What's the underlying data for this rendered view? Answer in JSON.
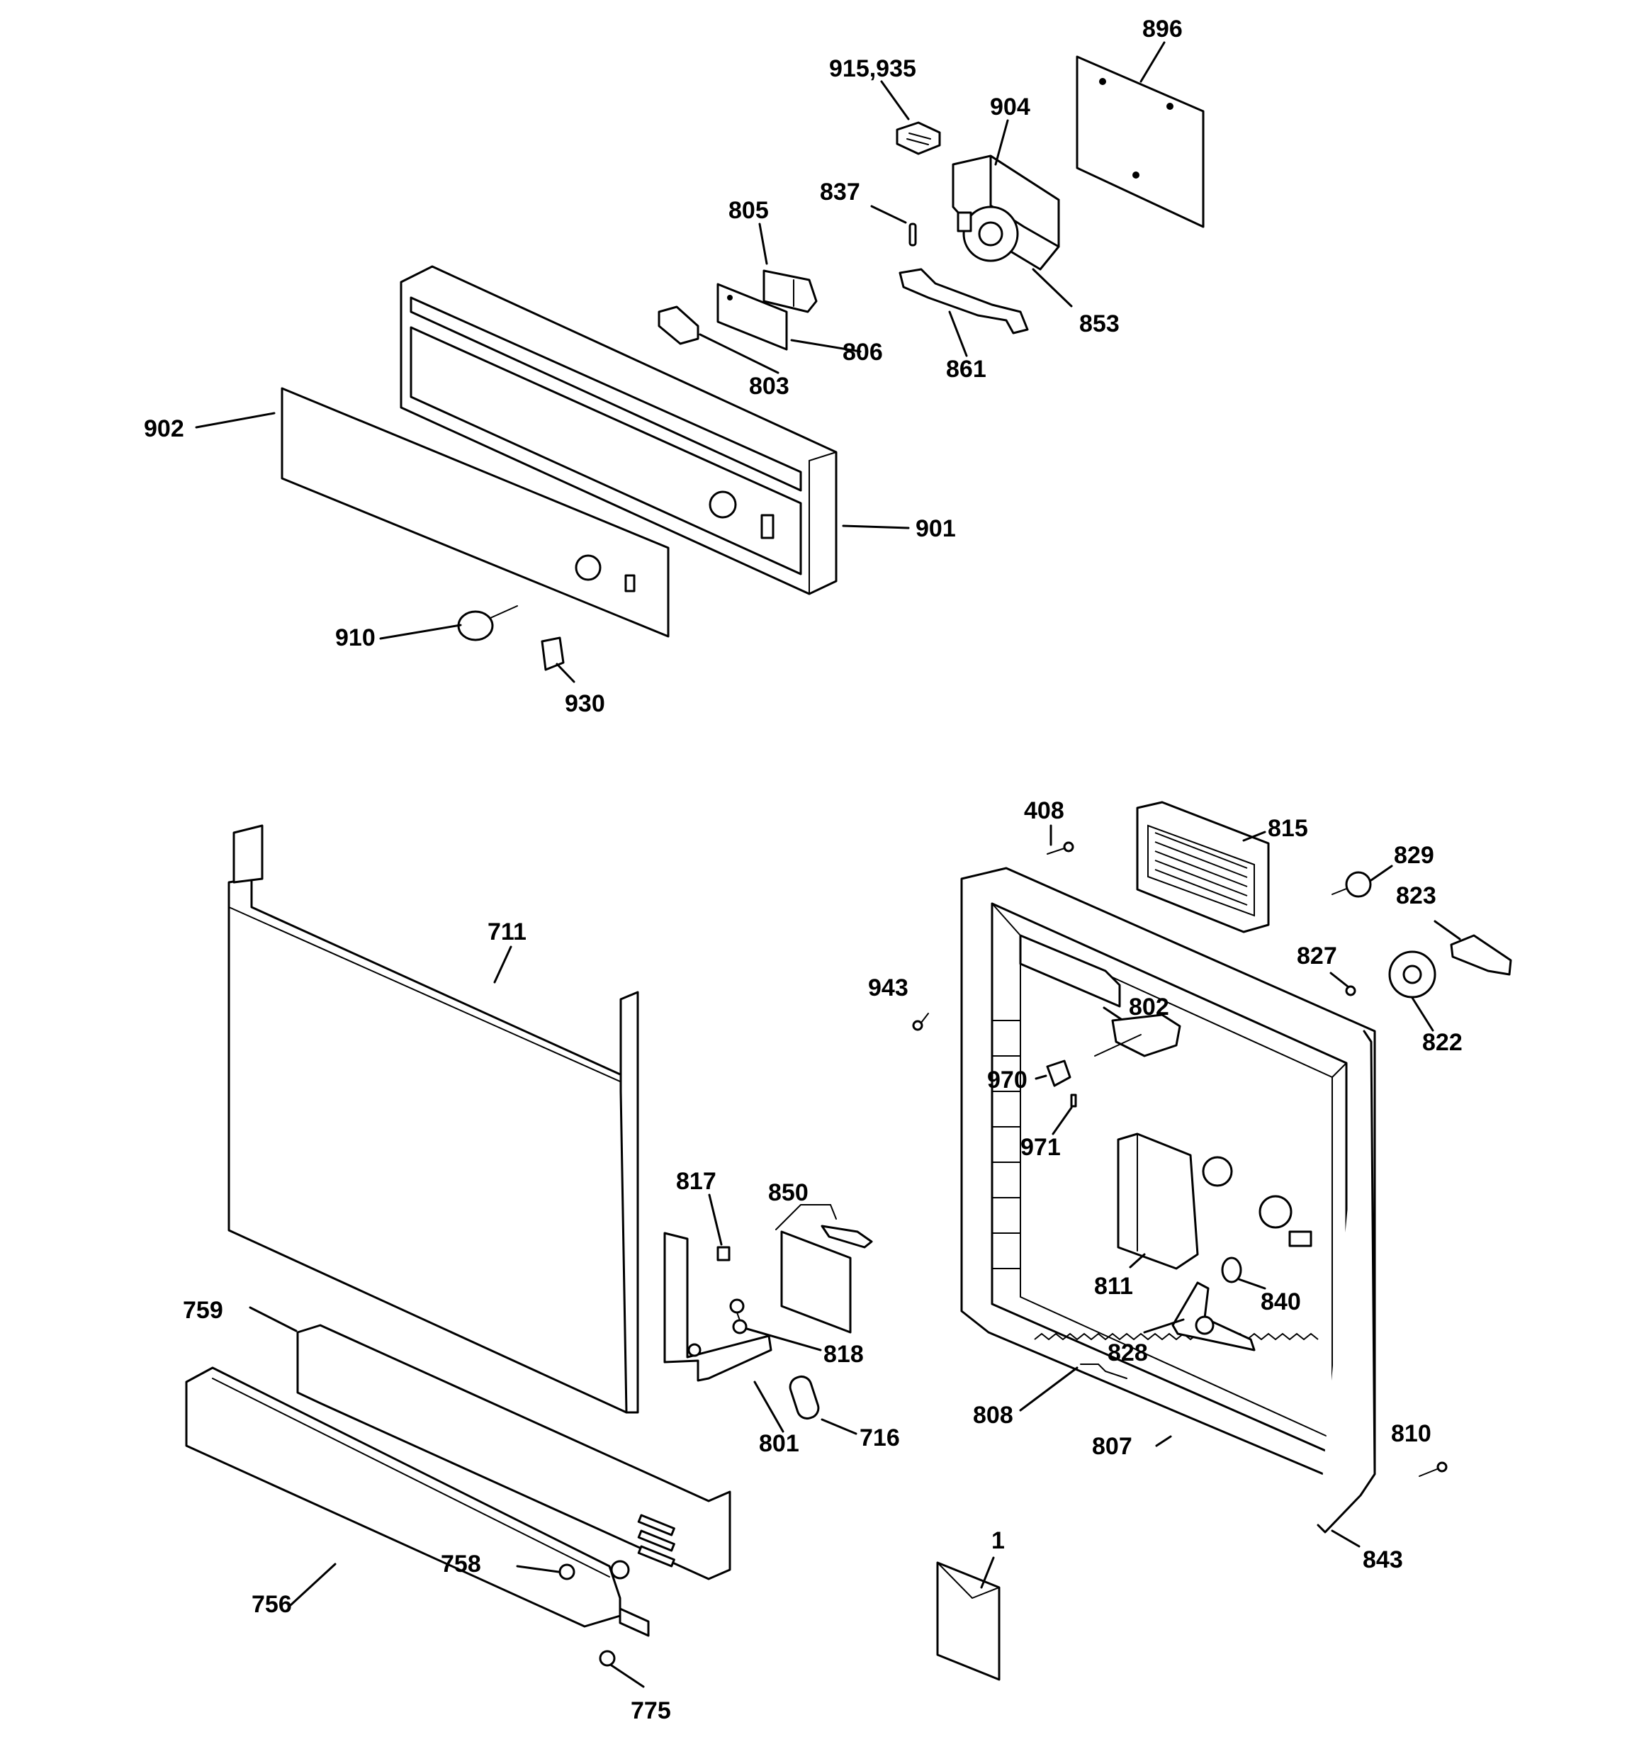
{
  "callouts": {
    "p896": "896",
    "p915_935": "915,935",
    "p904": "904",
    "p837": "837",
    "p805": "805",
    "p853": "853",
    "p806": "806",
    "p861": "861",
    "p803": "803",
    "p902": "902",
    "p901": "901",
    "p910": "910",
    "p930": "930",
    "p408": "408",
    "p815": "815",
    "p829": "829",
    "p823": "823",
    "p711": "711",
    "p827": "827",
    "p943": "943",
    "p802": "802",
    "p822": "822",
    "p970": "970",
    "p971": "971",
    "p817": "817",
    "p850": "850",
    "p759": "759",
    "p818": "818",
    "p811": "811",
    "p840": "840",
    "p828": "828",
    "p801": "801",
    "p716": "716",
    "p808": "808",
    "p807": "807",
    "p810": "810",
    "p1": "1",
    "p758": "758",
    "p843": "843",
    "p756": "756",
    "p775": "775"
  },
  "colors": {
    "ink": "#000000",
    "paper": "#ffffff"
  }
}
